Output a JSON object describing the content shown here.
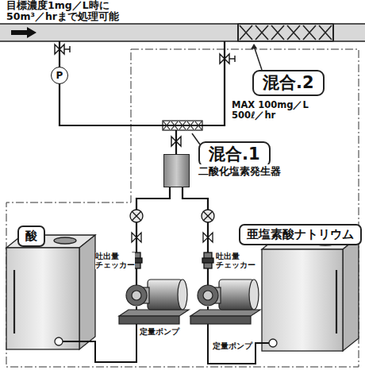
{
  "diagram": {
    "nodes": [
      {
        "text": [
          "混合.2"
        ]
      },
      {
        "text": [
          "P"
        ]
      },
      {
        "text": [
          "混合.1"
        ]
      },
      {
        "text": [
          "二酸化塩素発生器"
        ]
      },
      {
        "text": [
          "酸"
        ]
      },
      {
        "text": [
          "亜塩素酸ナトリウム"
        ]
      }
    ],
    "labels": [
      "目標濃度1mg／L時に 50m³／hrまで処理可能",
      "MAX 100mg／L 500ℓ／hr",
      "吐出量 チェッカー",
      "吐出量 チェッカー",
      "定量ポンプ",
      "定量ポンプ"
    ]
  }
}
